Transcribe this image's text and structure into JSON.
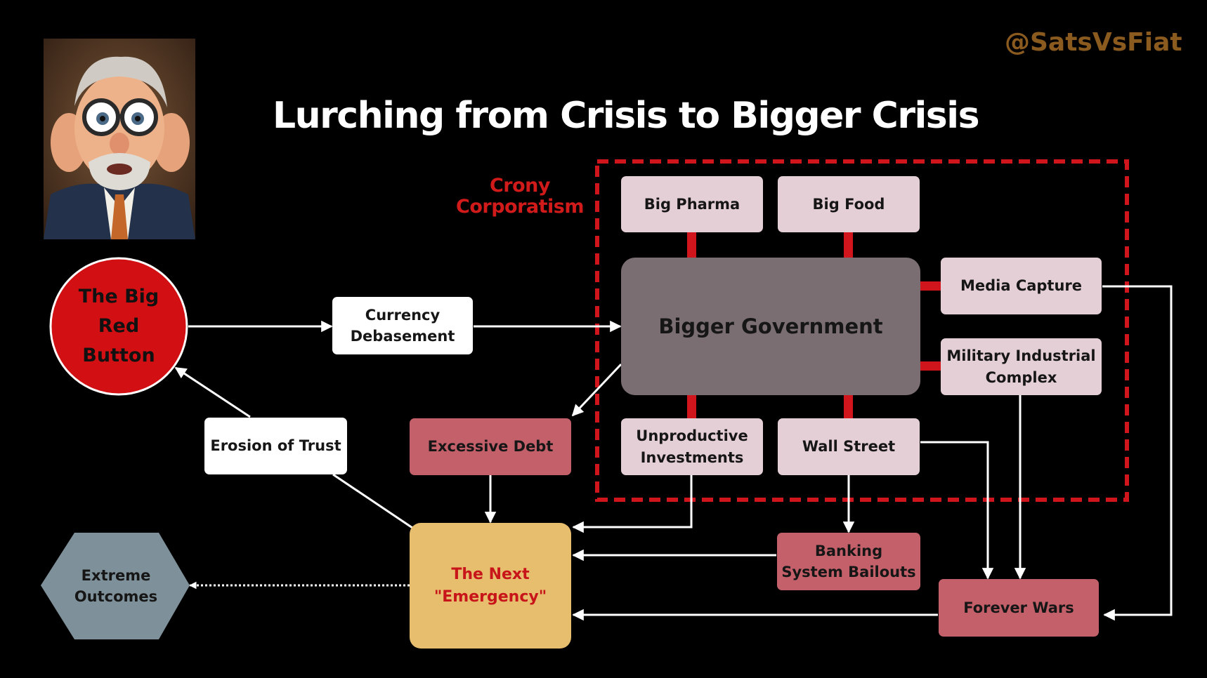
{
  "title": "Lurching from Crisis to Bigger Crisis",
  "handle": "@SatsVsFiat",
  "crony_label": "Crony\nCorporatism",
  "nodes": {
    "big_red_button": "The Big\nRed\nButton",
    "currency_debasement": "Currency\nDebasement",
    "bigger_government": "Bigger Government",
    "big_pharma": "Big Pharma",
    "big_food": "Big Food",
    "media_capture": "Media Capture",
    "military_industrial_complex": "Military Industrial\nComplex",
    "unproductive_investments": "Unproductive\nInvestments",
    "wall_street": "Wall Street",
    "excessive_debt": "Excessive Debt",
    "erosion_of_trust": "Erosion of Trust",
    "next_emergency": "The Next\n\"Emergency\"",
    "extreme_outcomes": "Extreme\nOutcomes",
    "banking_bailouts": "Banking\nSystem Bailouts",
    "forever_wars": "Forever Wars"
  },
  "colors": {
    "background": "#000000",
    "dashed_border": "#d0161c",
    "connector_red": "#d0161c",
    "red_button": "#d20f12",
    "gov": "#7b6e72",
    "pink_box": "#e5cfd6",
    "red_box": "#c4606a",
    "emergency": "#e7bd6e",
    "emergency_text": "#c8151a",
    "hexagon": "#7e9099",
    "handle": "#8a5a1e"
  },
  "portrait_icon": "worried-old-man-portrait"
}
